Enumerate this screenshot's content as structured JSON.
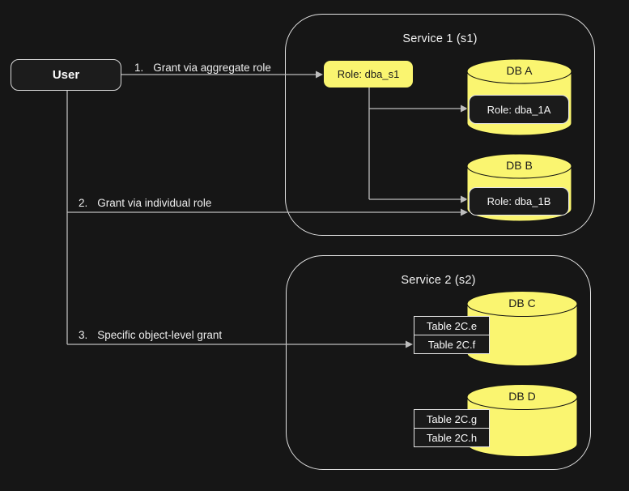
{
  "colors": {
    "background": "#161616",
    "line": "#bdbdbd",
    "node_yellow": "#faf570",
    "node_dark": "#1b1b1b",
    "border_light": "#e6e6e6",
    "cylinder_outline": "#111111",
    "text_light": "#f0f0f0",
    "text_dark": "#1a1a1a"
  },
  "nodes": {
    "user": "User"
  },
  "edge_labels": [
    {
      "num": "1.",
      "text": "Grant via aggregate role"
    },
    {
      "num": "2.",
      "text": "Grant via individual role"
    },
    {
      "num": "3.",
      "text": "Specific object-level grant"
    }
  ],
  "service1": {
    "title": "Service 1 (s1)",
    "aggregate_role": "Role: dba_s1",
    "databases": [
      {
        "name": "DB A",
        "role": "Role: dba_1A"
      },
      {
        "name": "DB B",
        "role": "Role: dba_1B"
      }
    ]
  },
  "service2": {
    "title": "Service 2 (s2)",
    "databases": [
      {
        "name": "DB C",
        "tables": [
          "Table 2C.e",
          "Table 2C.f"
        ]
      },
      {
        "name": "DB D",
        "tables": [
          "Table 2C.g",
          "Table 2C.h"
        ]
      }
    ]
  }
}
